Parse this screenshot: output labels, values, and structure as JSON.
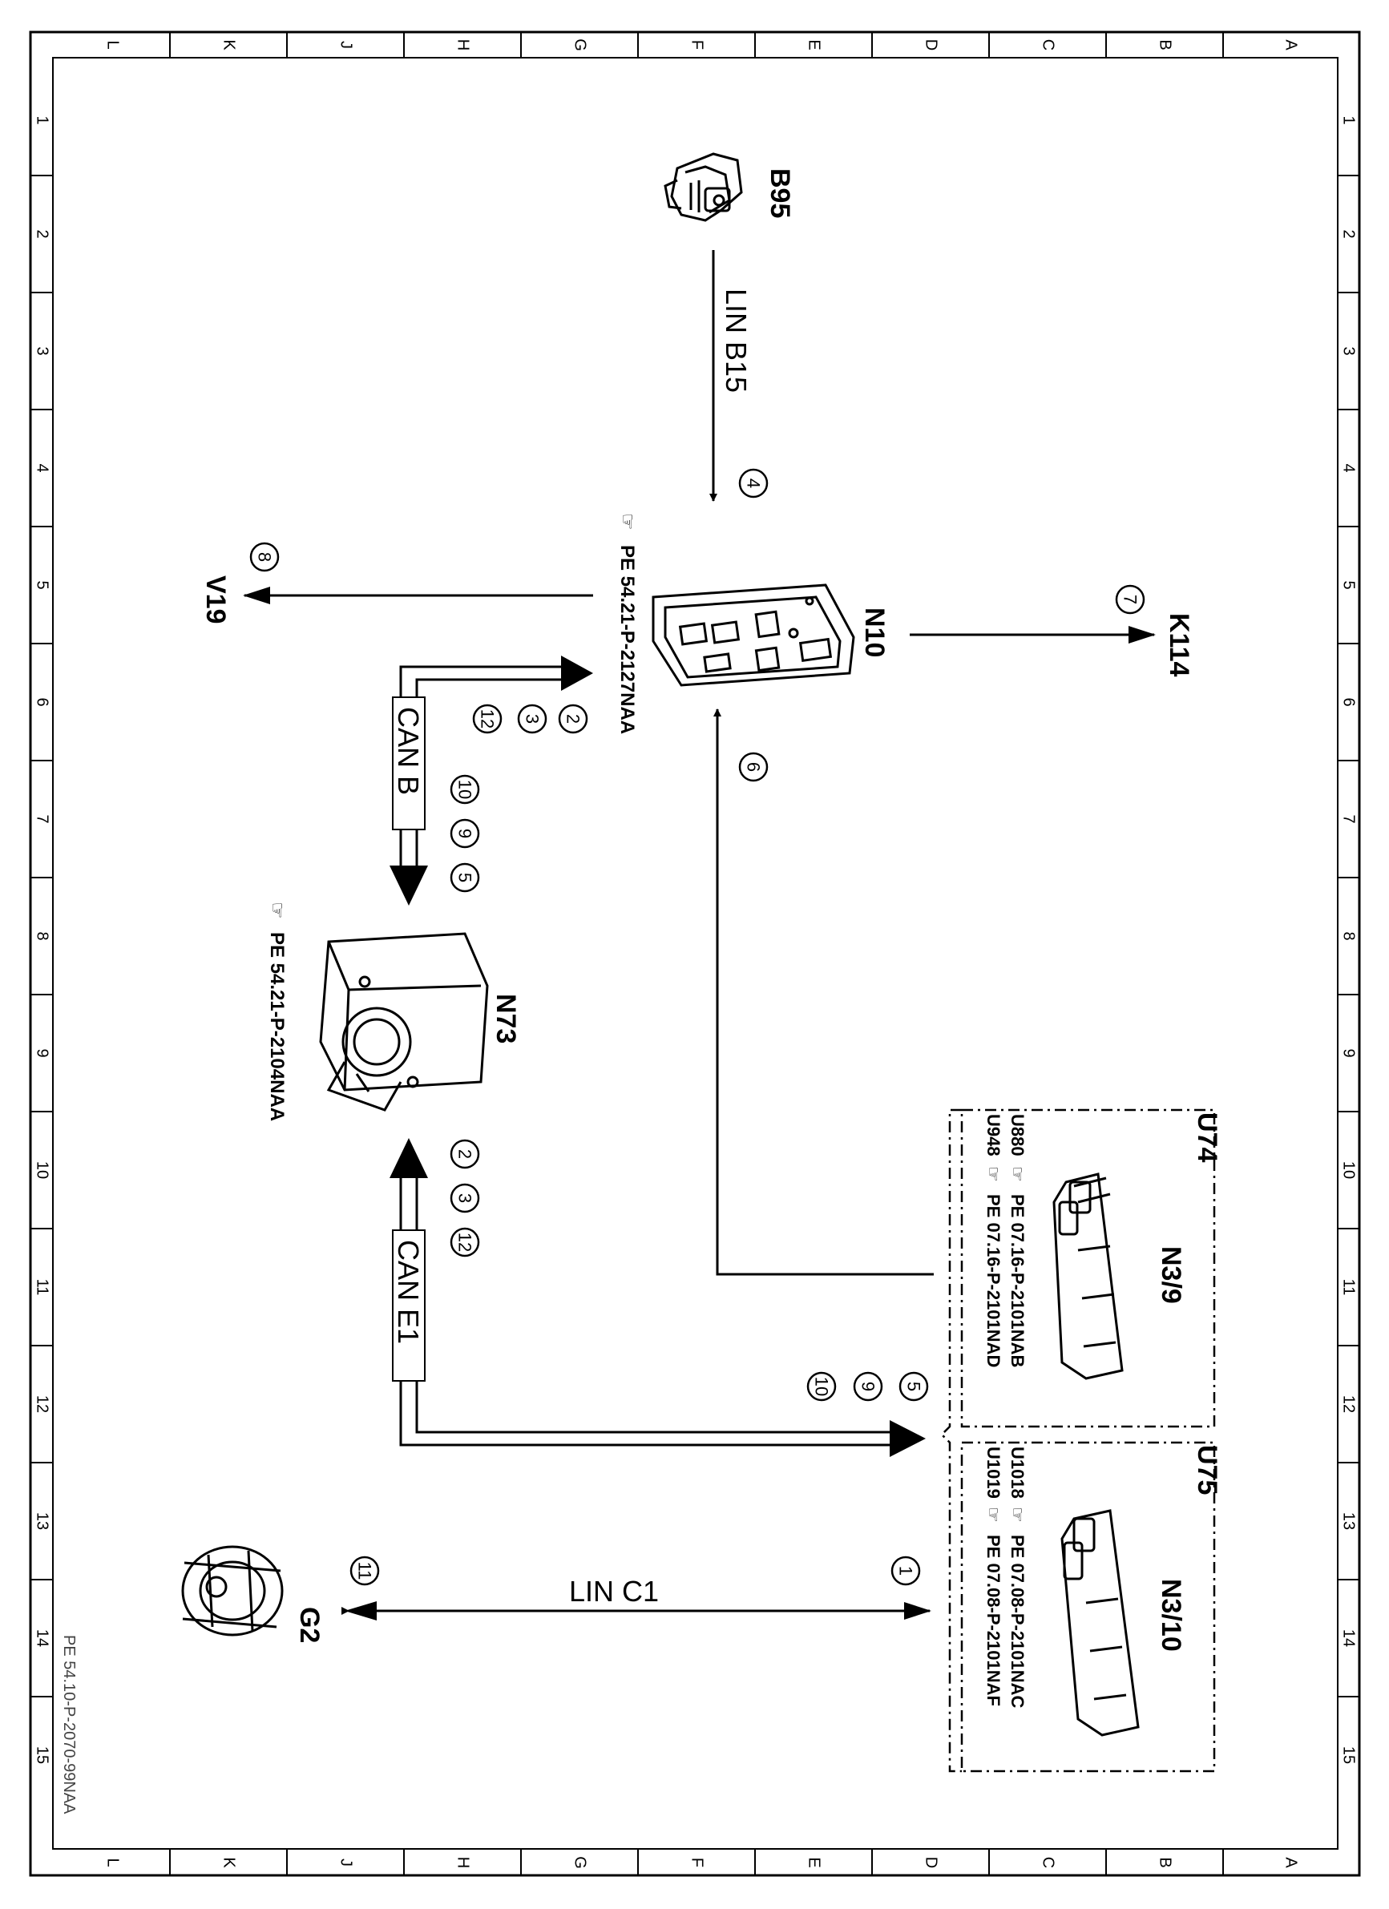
{
  "document_id": "PE 54.10-P-2070-99NAA",
  "grid": {
    "letters": [
      "L",
      "K",
      "J",
      "H",
      "G",
      "F",
      "E",
      "D",
      "C",
      "B",
      "A"
    ],
    "numbers": [
      "1",
      "2",
      "3",
      "4",
      "5",
      "6",
      "7",
      "8",
      "9",
      "10",
      "11",
      "12",
      "13",
      "14",
      "15"
    ]
  },
  "components": {
    "b95": "B95",
    "n10": "N10",
    "k114": "K114",
    "v19": "V19",
    "n73": "N73",
    "g2": "G2",
    "n3_9": "N3/9",
    "n3_10": "N3/10",
    "u74": "U74",
    "u75": "U75"
  },
  "buses": {
    "lin_b15": "LIN B15",
    "can_b": "CAN B",
    "can_e1": "CAN E1",
    "lin_c1": "LIN C1"
  },
  "references": {
    "n10_ref": "PE 54.21-P-2127NAA",
    "n73_ref": "PE 54.21-P-2104NAA",
    "u880": "U880",
    "u880_ref": "PE 07.16-P-2101NAB",
    "u948": "U948",
    "u948_ref": "PE 07.16-P-2101NAD",
    "u1018": "U1018",
    "u1018_ref": "PE 07.08-P-2101NAC",
    "u1019": "U1019",
    "u1019_ref": "PE 07.08-P-2101NAF"
  },
  "circled_numbers": {
    "c1": "1",
    "c2a": "2",
    "c3a": "3",
    "c12a": "12",
    "c4": "4",
    "c5a": "5",
    "c9a": "9",
    "c10a": "10",
    "c6": "6",
    "c7": "7",
    "c8": "8",
    "c2b": "2",
    "c3b": "3",
    "c12b": "12",
    "c5b": "5",
    "c9b": "9",
    "c10b": "10",
    "c11": "11"
  }
}
